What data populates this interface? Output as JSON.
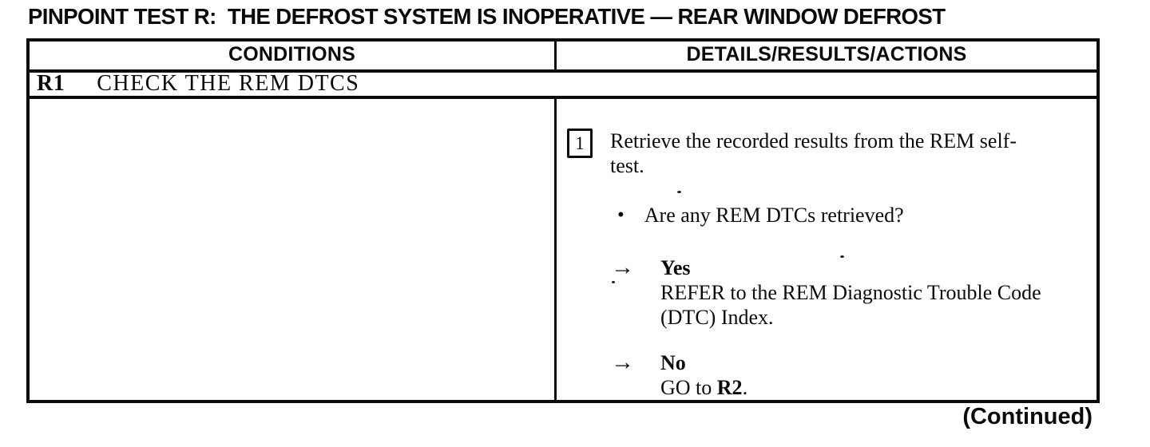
{
  "page": {
    "title": "PINPOINT TEST R:  THE DEFROST SYSTEM IS INOPERATIVE — REAR WINDOW DEFROST",
    "continued_note": "(Continued)"
  },
  "table": {
    "headers": [
      "CONDITIONS",
      "DETAILS/RESULTS/ACTIONS"
    ],
    "step_row": {
      "id": "R1",
      "title": "CHECK THE REM DTCS"
    },
    "details": {
      "step_number": "1",
      "step_instruction": "Retrieve the recorded results from the REM self-test.",
      "bullet_glyph": "•",
      "question": "Are any REM DTCs retrieved?",
      "arrow_glyph": "→",
      "yes": {
        "label": "Yes",
        "action": "REFER to the REM Diagnostic Trouble Code (DTC) Index."
      },
      "no": {
        "label": "No",
        "action_prefix": "GO to ",
        "action_target": "R2",
        "action_suffix": "."
      }
    }
  },
  "colors": {
    "ink": "#0b0b0b",
    "background": "#ffffff"
  }
}
